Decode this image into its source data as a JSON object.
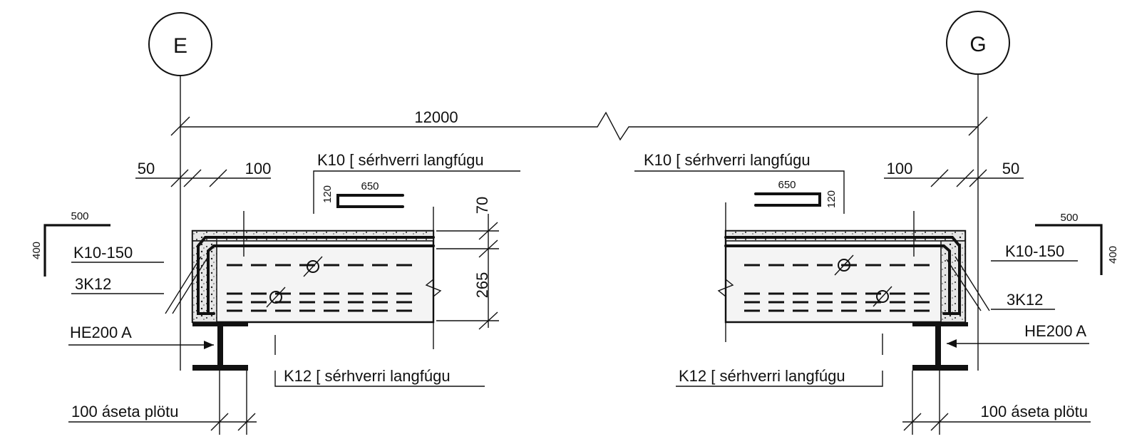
{
  "grid_axes": {
    "left": "E",
    "right": "G"
  },
  "overall_dimension": "12000",
  "left": {
    "dim_edge": "50",
    "dim_inset": "100",
    "top_bar_label": "K10 [ sérhverri langfúgu",
    "bottom_bar_label": "K12 [ sérhverri langfúgu",
    "bar_length": "650",
    "bar_hook": "120",
    "angle_len": "500",
    "angle_height": "400",
    "stirrup_label": "K10-150",
    "edge_bars_label": "3K12",
    "beam_label": "HE200 A",
    "bolt_label": "100 áseta plötu",
    "dim_top_layer": "70",
    "dim_depth": "265"
  },
  "right": {
    "dim_edge": "50",
    "dim_inset": "100",
    "top_bar_label": "K10 [ sérhverri langfúgu",
    "bottom_bar_label": "K12 [ sérhverri langfúgu",
    "bar_length": "650",
    "bar_hook": "120",
    "angle_len": "500",
    "angle_height": "400",
    "stirrup_label": "K10-150",
    "edge_bars_label": "3K12",
    "beam_label": "HE200 A",
    "bolt_label": "100 áseta plötu"
  }
}
